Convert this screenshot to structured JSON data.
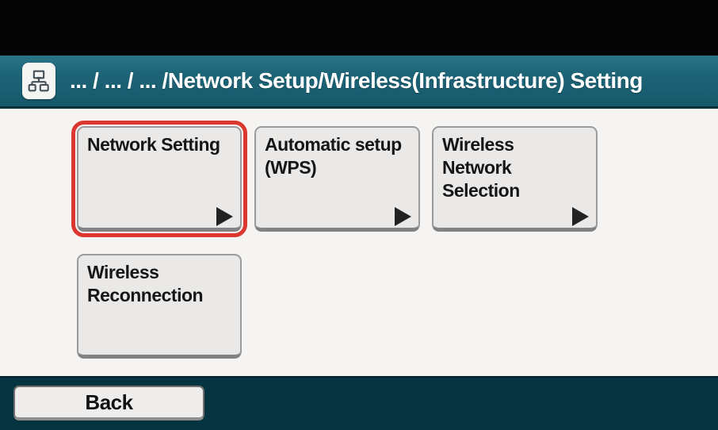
{
  "header": {
    "breadcrumb": "... / ... / ... /Network Setup/Wireless(Infrastructure) Setting",
    "icon": "network-tree-icon"
  },
  "menu": {
    "buttons": [
      {
        "label": "Network Setting",
        "selected": true,
        "has_arrow": true
      },
      {
        "label": "Automatic setup\n(WPS)",
        "selected": false,
        "has_arrow": true
      },
      {
        "label": "Wireless\nNetwork\nSelection",
        "selected": false,
        "has_arrow": true
      },
      {
        "label": "Wireless\nReconnection",
        "selected": false,
        "has_arrow": false
      }
    ]
  },
  "footer": {
    "back_label": "Back"
  },
  "colors": {
    "accent_red": "#dc3630",
    "breadcrumb_teal": "#1d6477",
    "footer_teal": "#053440",
    "button_bg": "#eae9e7",
    "content_bg": "#f5f4f2",
    "text_black": "#161616"
  }
}
